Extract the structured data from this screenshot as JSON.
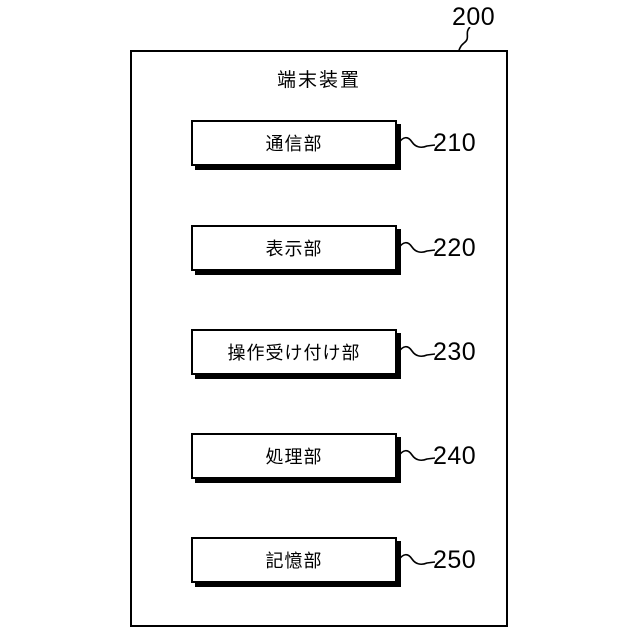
{
  "figure": {
    "device": {
      "title": "端末装置",
      "ref": "200"
    },
    "blocks": [
      {
        "label": "通信部",
        "ref": "210"
      },
      {
        "label": "表示部",
        "ref": "220"
      },
      {
        "label": "操作受け付け部",
        "ref": "230"
      },
      {
        "label": "処理部",
        "ref": "240"
      },
      {
        "label": "記憶部",
        "ref": "250"
      }
    ],
    "colors": {
      "line": "#000000",
      "background": "#ffffff",
      "block_fill": "#ffffff",
      "shadow": "#000000"
    }
  }
}
